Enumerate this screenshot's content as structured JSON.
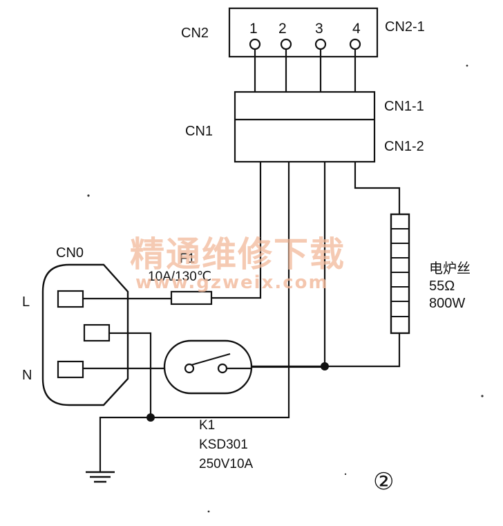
{
  "connectors": {
    "cn2": "CN2",
    "cn2_1": "CN2-1",
    "cn2_pins": [
      "1",
      "2",
      "3",
      "4"
    ],
    "cn1": "CN1",
    "cn1_1": "CN1-1",
    "cn1_2": "CN1-2",
    "cn0": "CN0"
  },
  "power": {
    "l": "L",
    "n": "N"
  },
  "fuse": {
    "name": "F1",
    "rating": "10A/130℃"
  },
  "heater": {
    "name": "电炉丝",
    "resistance": "55Ω",
    "power": "800W"
  },
  "switch": {
    "name": "K1",
    "model": "KSD301",
    "rating": "250V10A"
  },
  "figure_number": "②",
  "watermark": {
    "cn": "精通维修下载",
    "url": "www.gzweix.com"
  }
}
